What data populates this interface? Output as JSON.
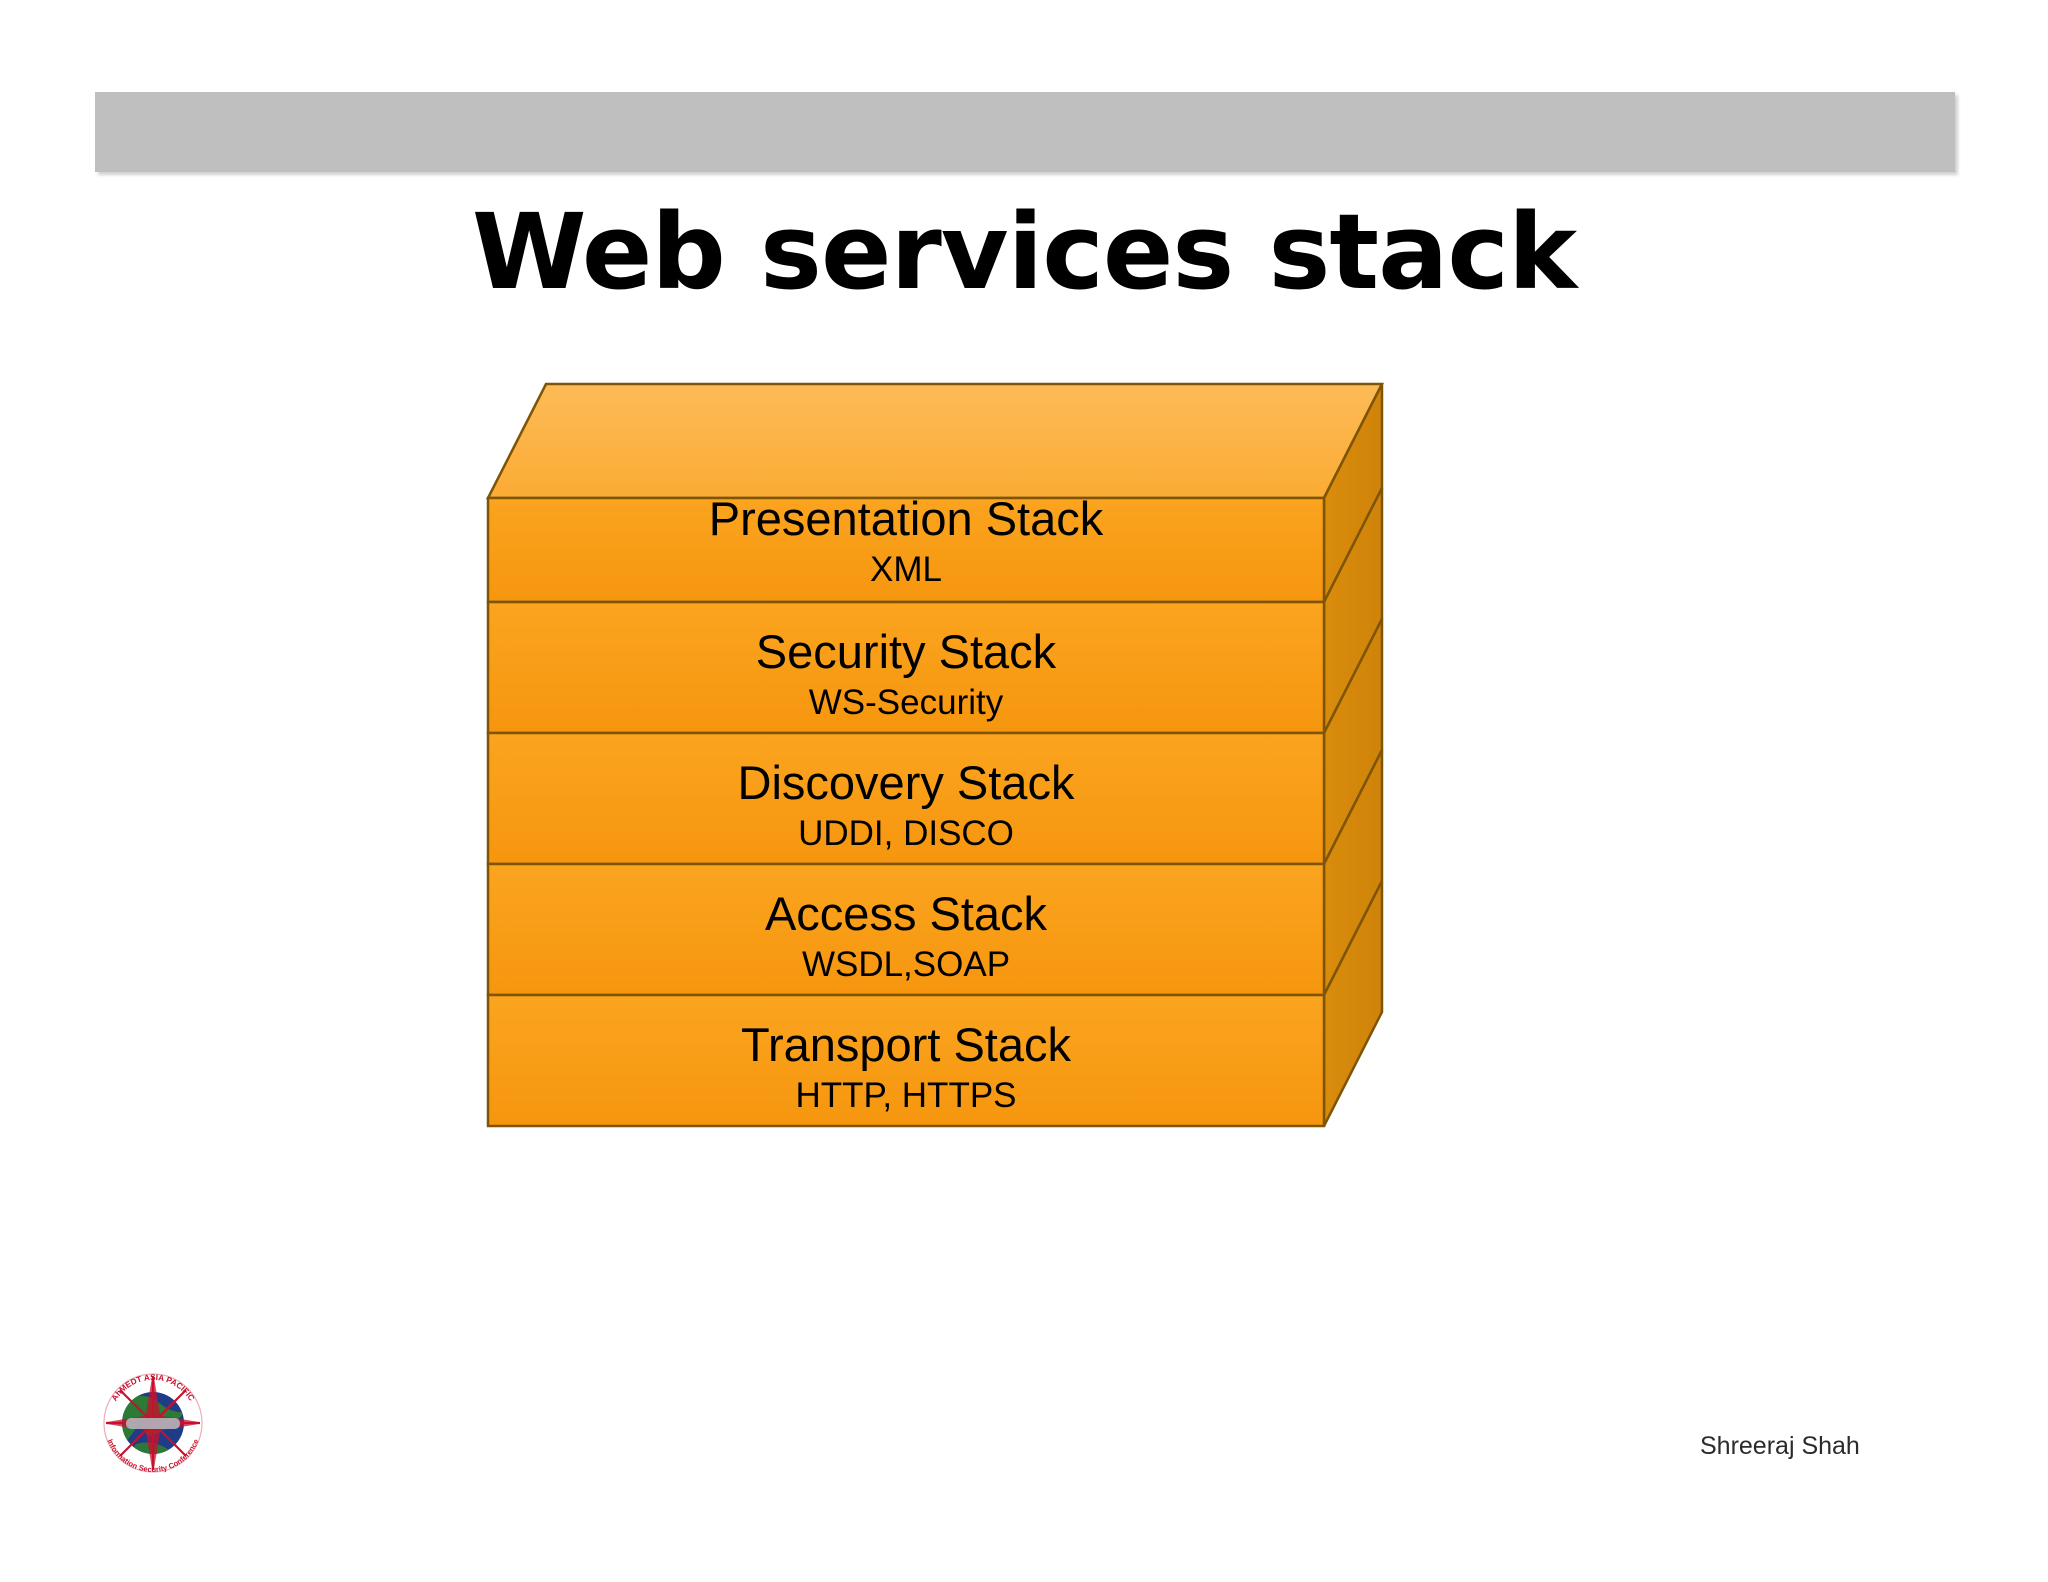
{
  "slide": {
    "title": "Web services stack",
    "author_credit": "Shreeraj Shah",
    "background_color": "#ffffff",
    "header_bar_color": "#bfbfbf"
  },
  "diagram": {
    "type": "3d-layered-stack",
    "front_face_color": "#F89B1C",
    "top_face_color": "#FBB040",
    "side_face_color": "#D2860A",
    "outline_color": "#8C5A07",
    "layers": [
      {
        "title": "Presentation Stack",
        "subtitle": "XML"
      },
      {
        "title": "Security Stack",
        "subtitle": "WS-Security"
      },
      {
        "title": "Discovery Stack",
        "subtitle": "UDDI, DISCO"
      },
      {
        "title": "Access Stack",
        "subtitle": "WSDL,SOAP"
      },
      {
        "title": "Transport Stack",
        "subtitle": "HTTP, HTTPS"
      }
    ]
  },
  "logo": {
    "name": "org-logo",
    "top_text": "AhMEDT ASIA PACIFIC",
    "bottom_text": "Information Security Conference",
    "ring_color": "#C8102E",
    "globe_land_color": "#2E7D32",
    "globe_water_color": "#1F3C88"
  }
}
